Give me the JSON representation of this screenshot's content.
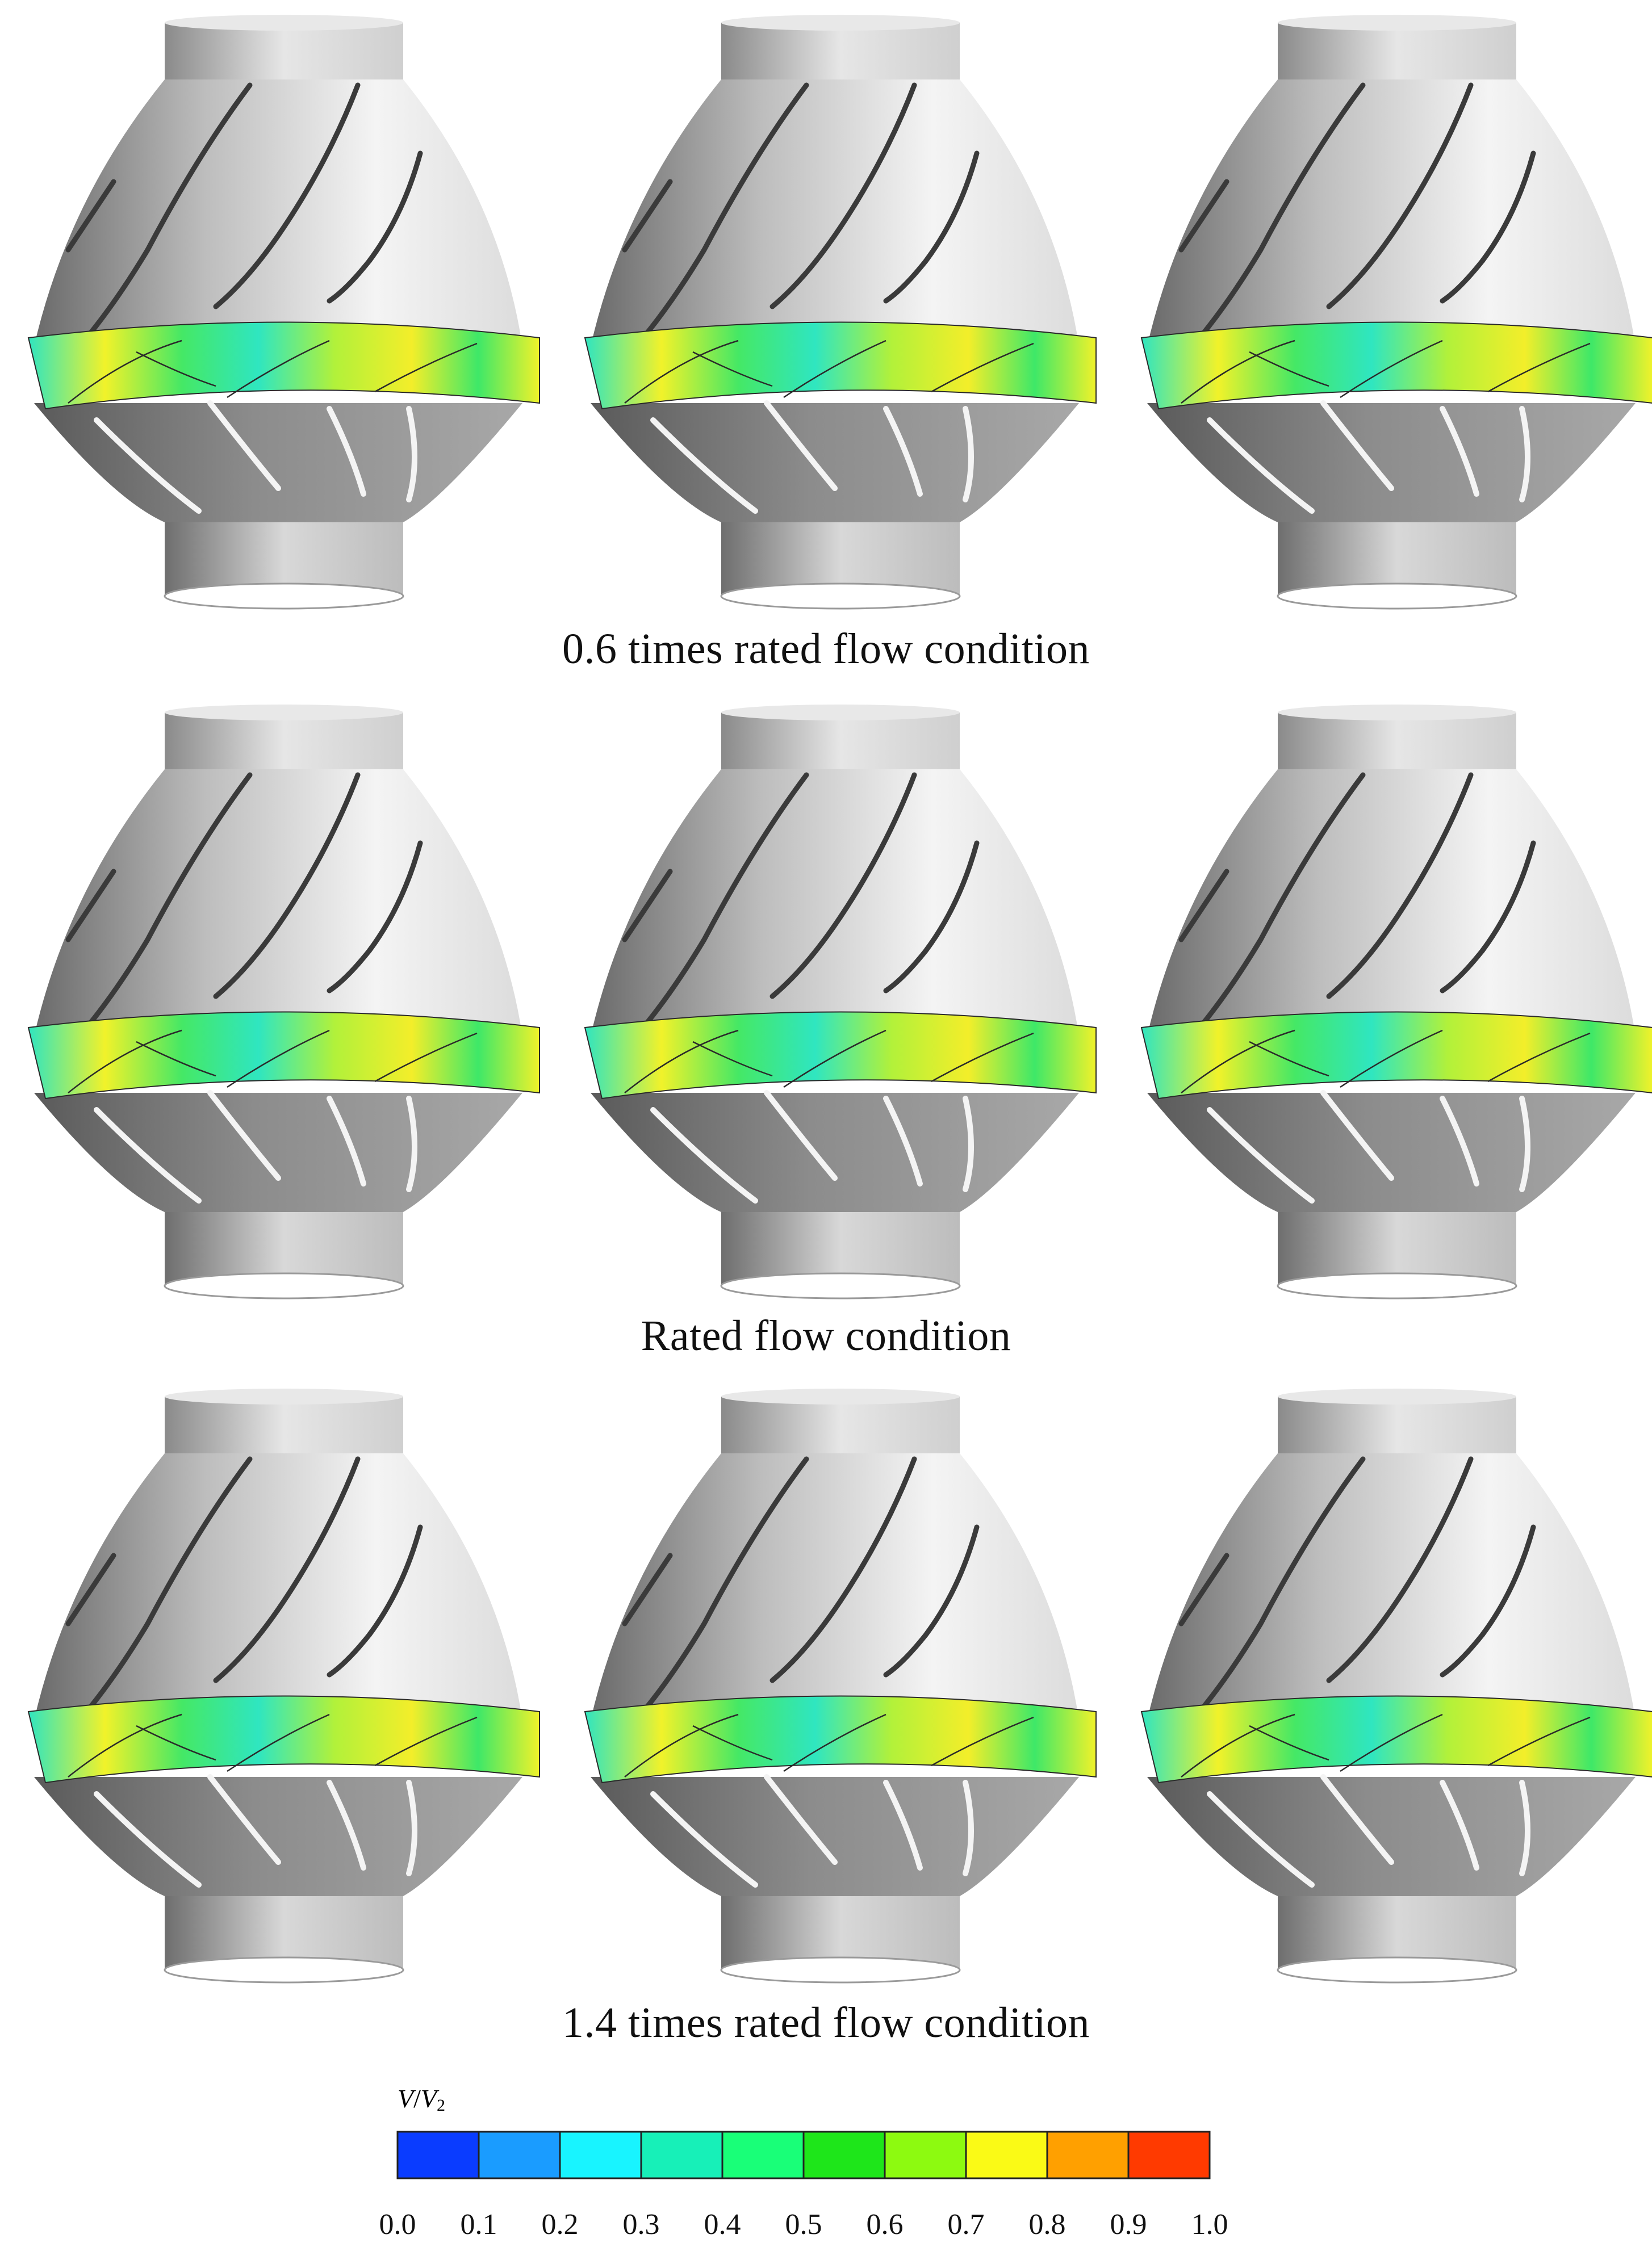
{
  "rows": [
    {
      "caption": "0.6 times rated flow condition"
    },
    {
      "caption": "Rated flow condition"
    },
    {
      "caption": "1.4 times rated flow condition"
    }
  ],
  "legend": {
    "title_main": "V",
    "title_sep": "/",
    "title_denom": "V",
    "title_sub": "2",
    "colors": [
      "#0a3cff",
      "#1a9cff",
      "#18f4ff",
      "#17f0b8",
      "#19ff78",
      "#1ee61a",
      "#8dfa10",
      "#fafa16",
      "#ffa000",
      "#ff3a00"
    ],
    "ticks": [
      "0.0",
      "0.1",
      "0.2",
      "0.3",
      "0.4",
      "0.5",
      "0.6",
      "0.7",
      "0.8",
      "0.9",
      "1.0"
    ]
  },
  "colors": {
    "band_green": "#3fe860",
    "band_light_green": "#a8f23a",
    "band_yellow": "#f3f42a",
    "band_cyan": "#2ee8c8",
    "band_orange": "#ffb020",
    "metal_light": "#f2f2f2",
    "metal_dark": "#7e7e7e"
  }
}
